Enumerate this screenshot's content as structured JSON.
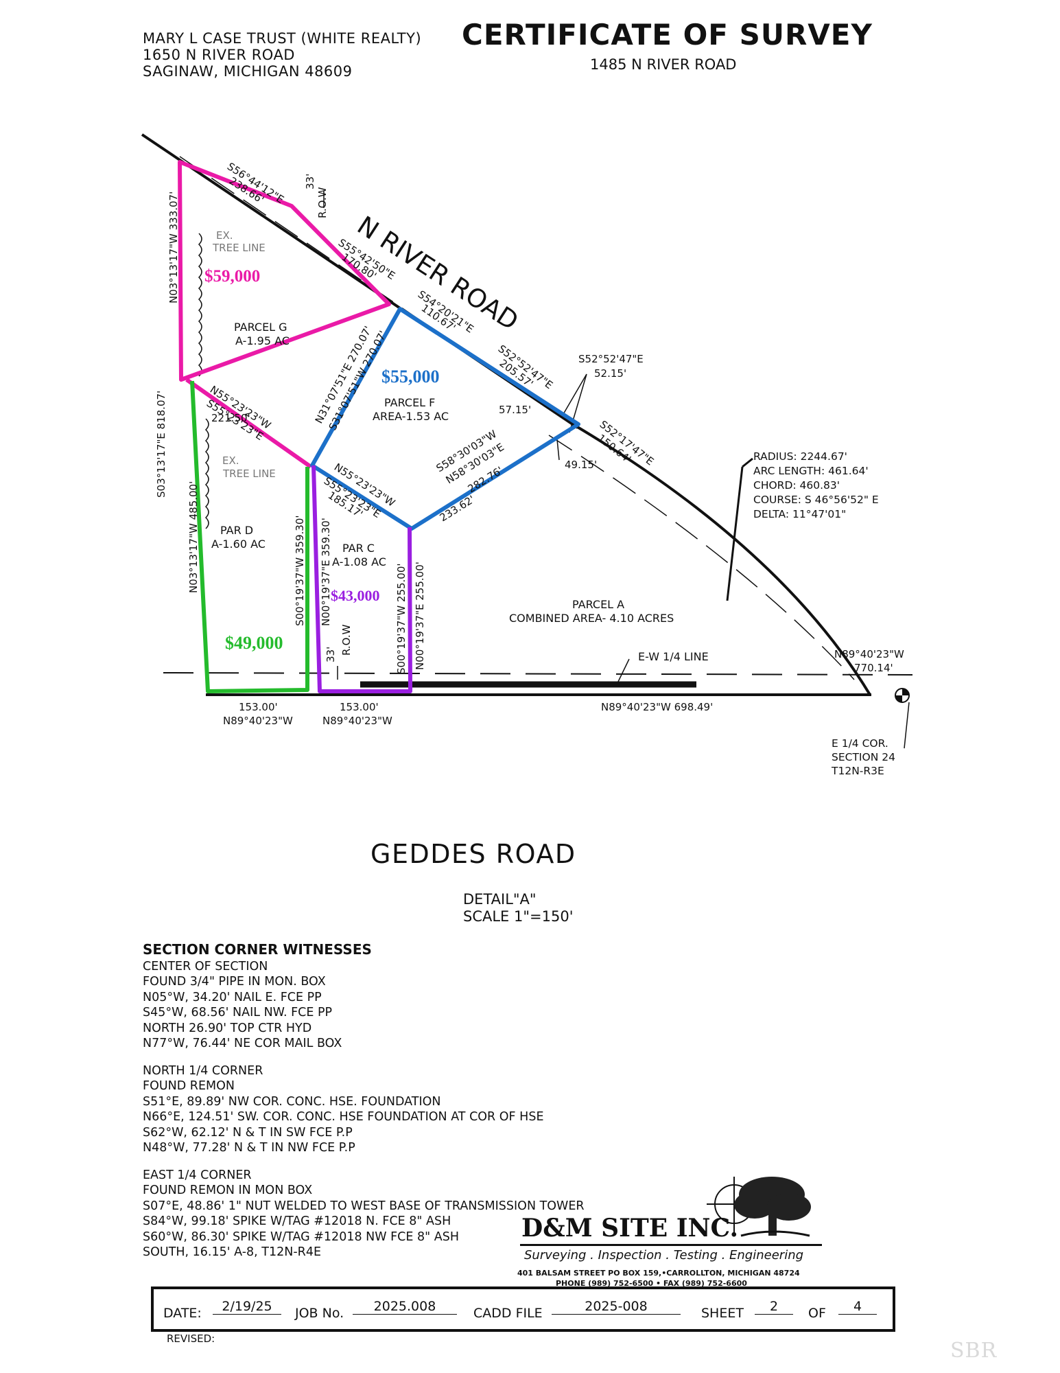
{
  "owner": {
    "line1": "MARY L CASE TRUST (WHITE REALTY)",
    "line2": "1650 N RIVER ROAD",
    "line3": "SAGINAW, MICHIGAN 48609"
  },
  "title": "CERTIFICATE OF SURVEY",
  "subtitle": "1485 N RIVER ROAD",
  "colors": {
    "parcel_g": "#ea1aa7",
    "parcel_f": "#1c70c9",
    "parcel_c": "#9a1fe0",
    "parcel_d": "#24bb2c",
    "line": "#111111"
  },
  "map": {
    "road_n": "N RIVER ROAD",
    "road_s": "GEDDES ROAD",
    "row_n": "33'",
    "row_n2": "R.O.W",
    "row_s": "33'",
    "row_s2": "R.O.W",
    "tree_line_1a": "EX.",
    "tree_line_1b": "TREE LINE",
    "tree_line_2a": "EX.",
    "tree_line_2b": "TREE LINE",
    "quarter_line": "E-W 1/4 LINE",
    "parcels": {
      "g_name": "PARCEL G",
      "g_area": "A-1.95 AC",
      "g_price": "$59,000",
      "f_name": "PARCEL F",
      "f_area": "AREA-1.53 AC",
      "f_price": "$55,000",
      "d_name": "PAR D",
      "d_area": "A-1.60 AC",
      "d_price": "$49,000",
      "c_name": "PAR C",
      "c_area": "A-1.08 AC",
      "c_price": "$43,000",
      "a_name": "PARCEL A",
      "a_area": "COMBINED AREA- 4.10 ACRES"
    },
    "bearings": {
      "b1": "S56°44'12\"E",
      "b1d": "238.66'",
      "b2": "S55°42'50\"E",
      "b2d": "170.80'",
      "b3": "S54°20'21\"E",
      "b3d": "110.67'",
      "b4": "S52°52'47\"E",
      "b4d": "205.57'",
      "b5": "S52°52'47\"E",
      "b5d": "52.15'",
      "b6": "57.15'",
      "b7": "S52°17'47\"E",
      "b7d": "150.64'",
      "b8": "49.15'",
      "b9": "S58°30'03\"W",
      "b10": "N58°30'03\"E",
      "b10d": "282.76'",
      "b11": "233.62'",
      "b12": "N31°07'51\"E 270.07'",
      "b13": "S31°07'51\"W 270.07'",
      "b14": "N55°23'23\"W",
      "b15": "S55°23'23\"E",
      "b15d": "221.50'",
      "b16": "N55°23'23\"W",
      "b17": "S55°23'23\"E",
      "b17d": "185.17'",
      "b18": "N03°13'17\"W 333.07'",
      "b19": "S03°13'17\"E 818.07'",
      "b20": "N03°13'17\"W 485.00'",
      "b21": "S00°19'37\"W 359.30'",
      "b22": "N00°19'37\"E 359.30'",
      "b23": "S00°19'37\"W 255.00'",
      "b24": "N00°19'37\"E 255.00'",
      "b25": "153.00'",
      "b25b": "N89°40'23\"W",
      "b26": "153.00'",
      "b26b": "N89°40'23\"W",
      "b27": "N89°40'23\"W 698.49'",
      "b28": "N89°40'23\"W",
      "b28d": "770.14'"
    },
    "curve": {
      "radius": "RADIUS: 2244.67'",
      "arc": "ARC LENGTH: 461.64'",
      "chord": "CHORD: 460.83'",
      "course": "COURSE: S 46°56'52\" E",
      "delta": "DELTA: 11°47'01\""
    },
    "corner": {
      "line1": "E 1/4 COR.",
      "line2": "SECTION 24",
      "line3": "T12N-R3E"
    }
  },
  "detail": {
    "line1": "DETAIL\"A\"",
    "line2": "SCALE 1\"=150'"
  },
  "witnesses": {
    "heading": "SECTION CORNER WITNESSES",
    "center": [
      "CENTER OF SECTION",
      "FOUND 3/4\" PIPE IN MON. BOX",
      "N05°W, 34.20' NAIL E. FCE PP",
      "S45°W, 68.56' NAIL NW. FCE PP",
      "NORTH 26.90' TOP CTR HYD",
      "N77°W, 76.44' NE COR MAIL BOX"
    ],
    "north": [
      "NORTH 1/4 CORNER",
      "FOUND REMON",
      "S51°E, 89.89' NW COR. CONC. HSE. FOUNDATION",
      "N66°E, 124.51' SW. COR. CONC. HSE FOUNDATION AT COR OF HSE",
      "S62°W, 62.12' N & T IN SW FCE P.P",
      "N48°W, 77.28' N & T IN NW FCE P.P"
    ],
    "east": [
      "EAST 1/4 CORNER",
      "FOUND REMON IN MON BOX",
      "S07°E, 48.86' 1\" NUT WELDED TO WEST BASE OF TRANSMISSION TOWER",
      "S84°W, 99.18' SPIKE W/TAG #12018 N. FCE 8\" ASH",
      "S60°W, 86.30' SPIKE W/TAG #12018 NW FCE 8\" ASH",
      "SOUTH, 16.15' A-8, T12N-R4E"
    ]
  },
  "company": {
    "name": "D&M SITE INC.",
    "tagline": "Surveying . Inspection . Testing . Engineering",
    "address": "401 BALSAM STREET PO BOX 159,•CARROLLTON, MICHIGAN 48724",
    "phone": "PHONE (989) 752-6500 • FAX (989) 752-6600"
  },
  "title_block": {
    "date_label": "DATE:",
    "date": "2/19/25",
    "job_label": "JOB No.",
    "job": "2025.008",
    "cadd_label": "CADD FILE",
    "cadd": "2025-008",
    "sheet_label": "SHEET",
    "sheet": "2",
    "of_label": "OF",
    "of": "4",
    "revised": "REVISED:"
  },
  "watermark": "SBR"
}
